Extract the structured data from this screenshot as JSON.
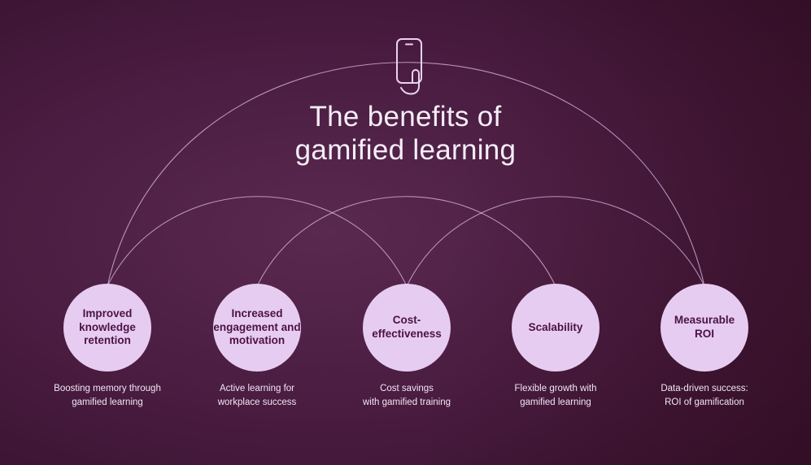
{
  "title": "The benefits of\ngamified learning",
  "benefits": [
    {
      "label": "Improved\nknowledge\nretention",
      "caption": "Boosting memory through\ngamified learning"
    },
    {
      "label": "Increased\nengagement and\nmotivation",
      "caption": "Active learning for\nworkplace success"
    },
    {
      "label": "Cost-\neffectiveness",
      "caption": "Cost savings\nwith gamified training"
    },
    {
      "label": "Scalability",
      "caption": "Flexible growth with\ngamified learning"
    },
    {
      "label": "Measurable\nROI",
      "caption": "Data-driven success:\nROI of gamification"
    }
  ],
  "icons": {
    "top_icon": "phone-in-hand-icon"
  },
  "colors": {
    "background_center": "#5a2950",
    "background_edge": "#300d26",
    "circle_fill": "#e7ccf2",
    "circle_text": "#4b1243",
    "connector_line": "#e5c7f0",
    "title_text": "#f5eef8",
    "caption_text": "#f1e6f4"
  }
}
